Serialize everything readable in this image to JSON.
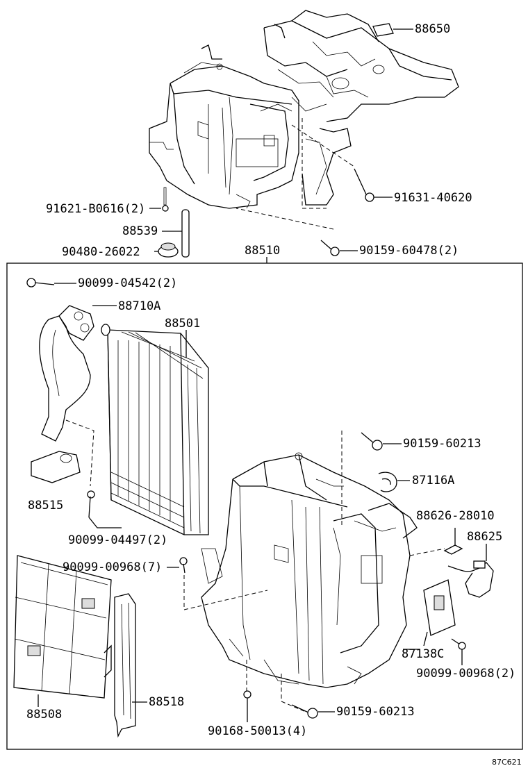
{
  "labels": {
    "p88650": "88650",
    "p91631": "91631-40620",
    "p91621": "91621-B0616(2)",
    "p88539": "88539",
    "p90480": "90480-26022",
    "p88510": "88510",
    "p90159a": "90159-60478(2)",
    "p90099a": "90099-04542(2)",
    "p88710A": "88710A",
    "p88501": "88501",
    "p90159b": "90159-60213",
    "p87116A": "87116A",
    "p88515": "88515",
    "p88626": "88626-28010",
    "p88625": "88625",
    "p90099b": "90099-04497(2)",
    "p90099c": "90099-00968(7)",
    "p87138C": "87138C",
    "p90099d": "90099-00968(2)",
    "p88518": "88518",
    "p88508": "88508",
    "p90159c": "90159-60213",
    "p90168": "90168-50013(4)",
    "code": "87C621"
  }
}
